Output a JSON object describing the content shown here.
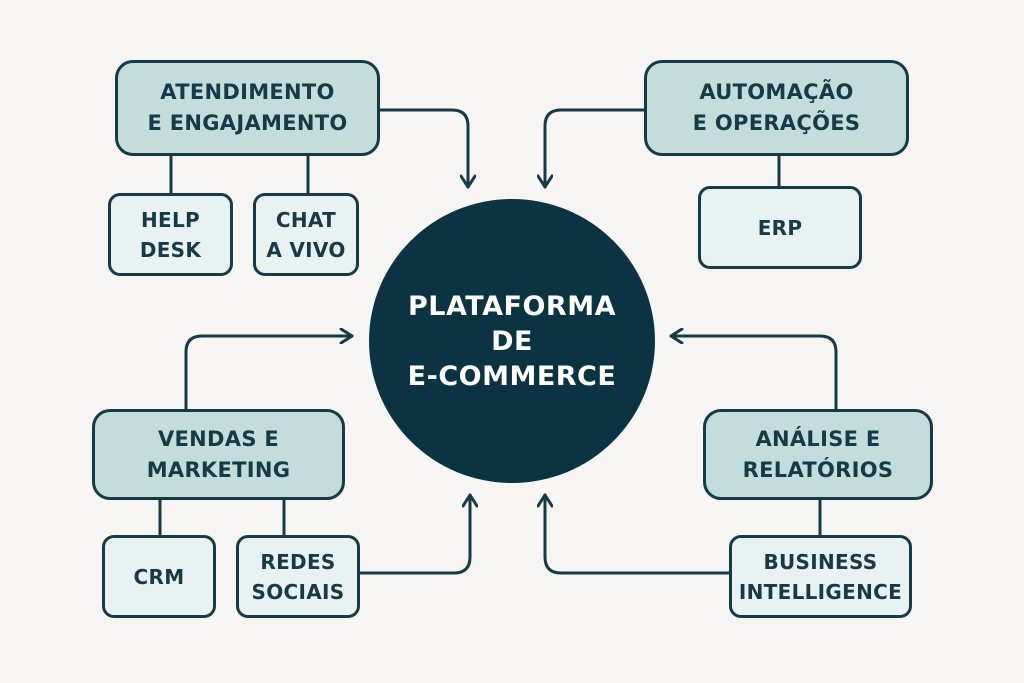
{
  "colors": {
    "background": "#f6f5f3",
    "hub_fill": "#0b3342",
    "hub_text": "#ffffff",
    "parent_fill": "#c5dcdc",
    "child_fill": "#e9f2f2",
    "stroke": "#163a46"
  },
  "hub": {
    "label": "PLATAFORMA\nDE\nE-COMMERCE"
  },
  "groups": {
    "atendimento": {
      "label": "ATENDIMENTO\nE ENGAJAMENTO",
      "children": [
        "HELP\nDESK",
        "CHAT\nA VIVO"
      ]
    },
    "automacao": {
      "label": "AUTOMAÇÃO\nE OPERAÇÕES",
      "children": [
        "ERP"
      ]
    },
    "vendas": {
      "label": "VENDAS E\nMARKETING",
      "children": [
        "CRM",
        "REDES\nSOCIAIS"
      ]
    },
    "analise": {
      "label": "ANÁLISE E\nRELATÓRIOS",
      "children": [
        "BUSINESS\nINTELLIGENCE"
      ]
    }
  },
  "edges": [
    {
      "from": "ATENDIMENTO E ENGAJAMENTO",
      "to": "PLATAFORMA DE E-COMMERCE",
      "type": "arrow"
    },
    {
      "from": "AUTOMAÇÃO E OPERAÇÕES",
      "to": "PLATAFORMA DE E-COMMERCE",
      "type": "arrow"
    },
    {
      "from": "VENDAS E MARKETING",
      "to": "PLATAFORMA DE E-COMMERCE",
      "type": "arrow"
    },
    {
      "from": "REDES SOCIAIS",
      "to": "PLATAFORMA DE E-COMMERCE",
      "type": "arrow"
    },
    {
      "from": "ANÁLISE E RELATÓRIOS",
      "to": "PLATAFORMA DE E-COMMERCE",
      "type": "arrow"
    },
    {
      "from": "BUSINESS INTELLIGENCE",
      "to": "PLATAFORMA DE E-COMMERCE",
      "type": "arrow"
    },
    {
      "from": "ATENDIMENTO E ENGAJAMENTO",
      "to": "HELP DESK",
      "type": "line"
    },
    {
      "from": "ATENDIMENTO E ENGAJAMENTO",
      "to": "CHAT A VIVO",
      "type": "line"
    },
    {
      "from": "AUTOMAÇÃO E OPERAÇÕES",
      "to": "ERP",
      "type": "line"
    },
    {
      "from": "VENDAS E MARKETING",
      "to": "CRM",
      "type": "line"
    },
    {
      "from": "VENDAS E MARKETING",
      "to": "REDES SOCIAIS",
      "type": "line"
    },
    {
      "from": "ANÁLISE E RELATÓRIOS",
      "to": "BUSINESS INTELLIGENCE",
      "type": "line"
    }
  ]
}
